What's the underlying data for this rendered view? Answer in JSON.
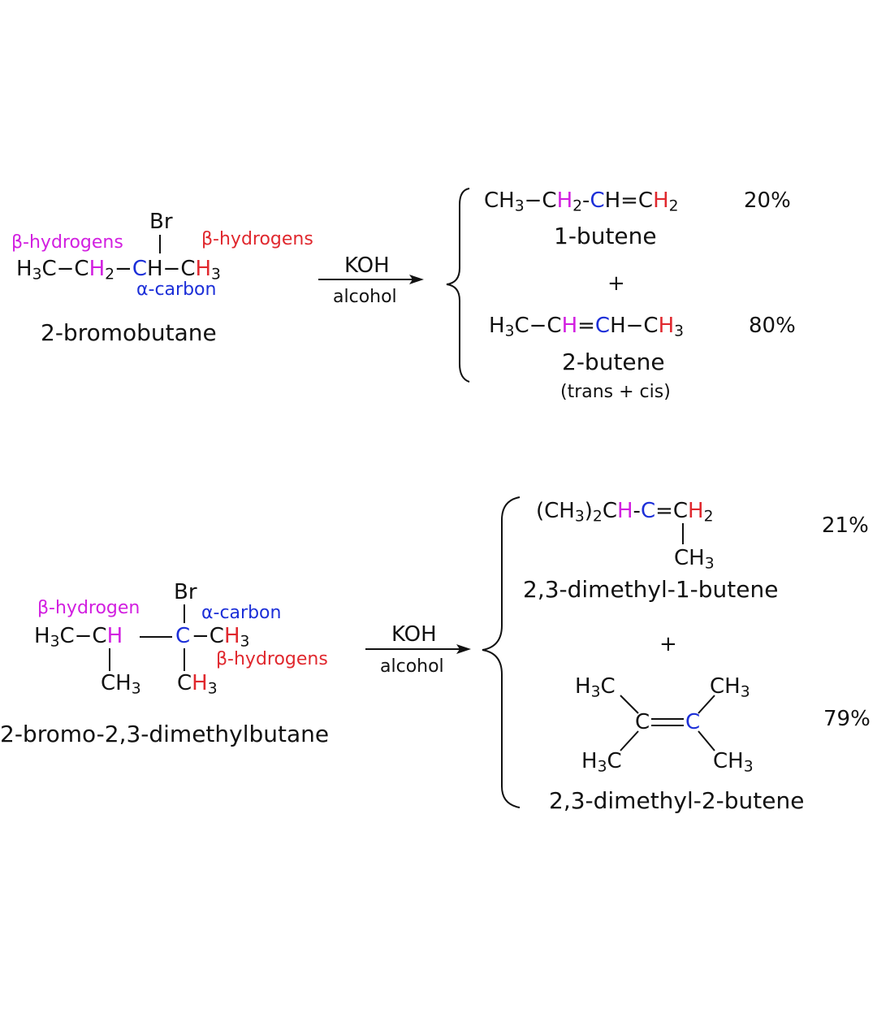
{
  "reaction1": {
    "br": "Br",
    "beta_left": "β-hydrogens",
    "beta_right": "β-hydrogens",
    "alpha": "α-carbon",
    "reactant_name": "2-bromobutane",
    "reagent": "KOH",
    "solvent": "alcohol",
    "product1_name": "1-butene",
    "product1_pct": "20%",
    "plus": "+",
    "product2_name": "2-butene",
    "product2_note": "(trans + cis)",
    "product2_pct": "80%"
  },
  "reaction2": {
    "br": "Br",
    "beta_left": "β-hydrogen",
    "alpha": "α-carbon",
    "beta_right": "β-hydrogens",
    "reactant_name": "2-bromo-2,3-dimethylbutane",
    "reagent": "KOH",
    "solvent": "alcohol",
    "product1_name": "2,3-dimethyl-1-butene",
    "product1_pct": "21%",
    "plus": "+",
    "product2_name": "2,3-dimethyl-2-butene",
    "product2_pct": "79%"
  },
  "colors": {
    "beta_left": "#d21fe0",
    "beta_right": "#e0282e",
    "alpha": "#1c2fd8",
    "text": "#111111"
  }
}
